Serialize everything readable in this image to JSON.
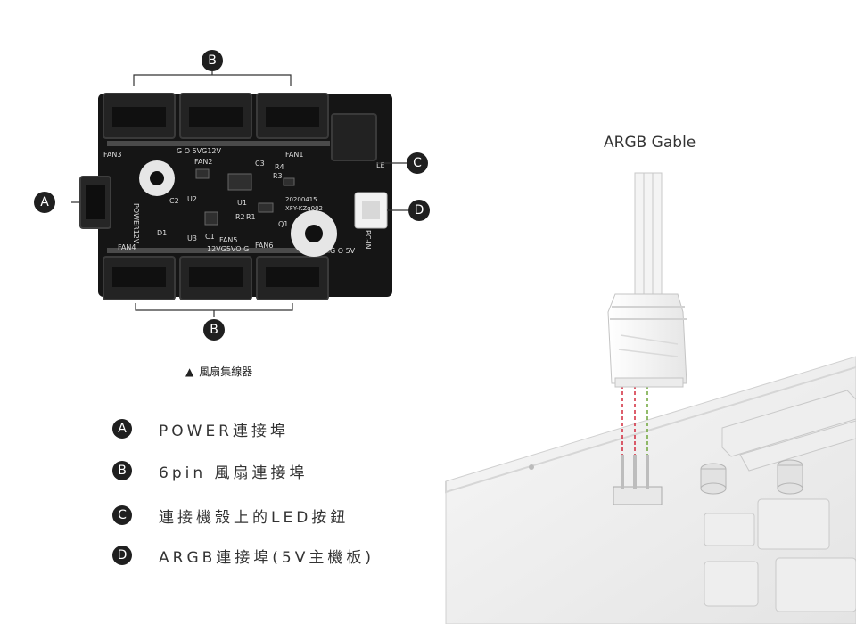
{
  "board": {
    "silk_labels": {
      "fan1": "FAN1",
      "fan2": "FAN2",
      "fan3": "FAN3",
      "fan4": "FAN4",
      "fan5": "FAN5",
      "fan6": "FAN6",
      "pwr": "POWER12V",
      "pc_in": "PC-IN",
      "code": "XFY-KZg002",
      "date": "20200415",
      "volt_top": "G O 5VG12V",
      "volt_bottom": "12VG5VO G",
      "volt_right": "G O 5V",
      "u1": "U1",
      "u2": "U2",
      "u3": "U3",
      "q1": "Q1",
      "c1": "C1",
      "c2": "C2",
      "c3": "C3",
      "d1": "D1",
      "r1": "R1",
      "r2": "R2",
      "r3": "R3",
      "r4": "R4",
      "le": "LE"
    }
  },
  "callouts": {
    "a": "A",
    "b_top": "B",
    "b_bottom": "B",
    "c": "C",
    "d": "D"
  },
  "caption": {
    "triangle": "▲",
    "text": "風扇集線器"
  },
  "legend": [
    {
      "key": "A",
      "text": "POWER連接埠"
    },
    {
      "key": "B",
      "text": "6pin 風扇連接埠"
    },
    {
      "key": "C",
      "text": "連接機殼上的LED按鈕"
    },
    {
      "key": "D",
      "text": "ARGB連接埠(5V主機板)"
    }
  ],
  "cable": {
    "label": "ARGB Gable"
  },
  "colors": {
    "badge": "#1f1f1f",
    "pcb": "#141414",
    "wire_red": "#d2283c",
    "wire_green": "#6fa53a"
  }
}
